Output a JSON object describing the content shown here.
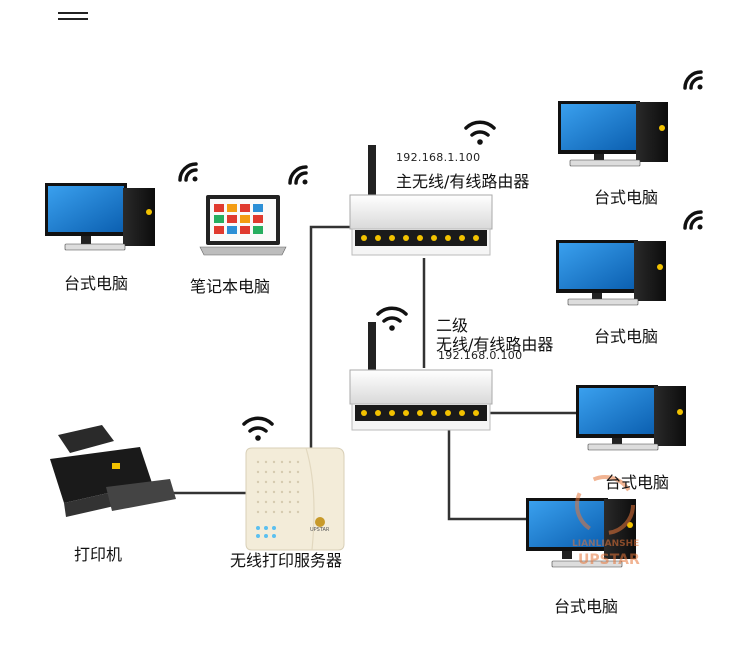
{
  "header": {
    "menu_icon": "hamburger-menu-icon"
  },
  "routers": {
    "main": {
      "ip": "192.168.1.100",
      "label": "主无线/有线路由器"
    },
    "secondary": {
      "label_line1": "二级",
      "label_line2": "无线/有线路由器",
      "ip": "192.168.0.100"
    }
  },
  "devices": {
    "desktop_left": "台式电脑",
    "laptop": "笔记本电脑",
    "desktop_r1": "台式电脑",
    "desktop_r2": "台式电脑",
    "desktop_r3": "台式电脑",
    "desktop_r4": "台式电脑",
    "printer": "打印机",
    "print_server": "无线打印服务器",
    "print_server_brand": "UPSTAR"
  },
  "watermark": {
    "line1": "LIANLIANSHE",
    "line2": "UPSTAR"
  },
  "colors": {
    "screen": "#1b7fd4",
    "cable": "#333333",
    "led": "#f2c200",
    "server_body": "#f3ecd9"
  }
}
